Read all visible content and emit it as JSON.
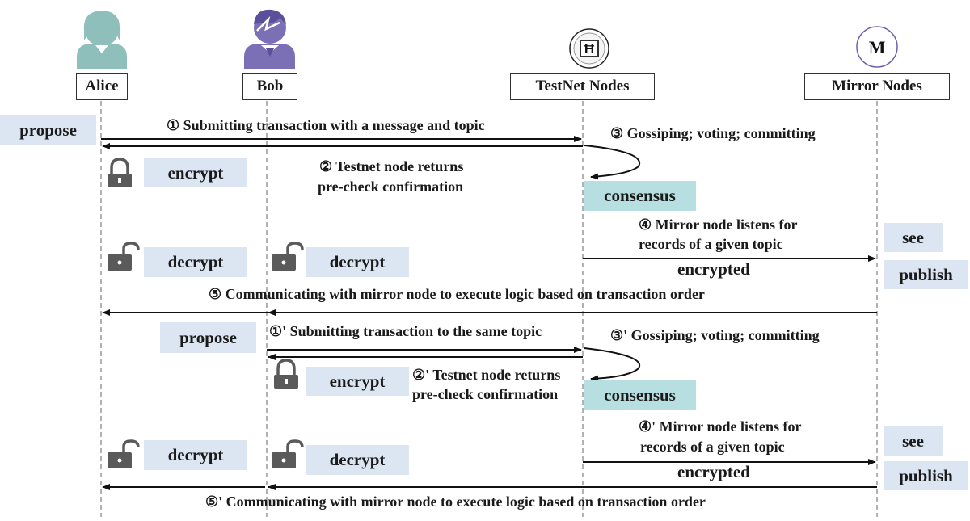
{
  "actors": {
    "alice": "Alice",
    "bob": "Bob",
    "testnet": "TestNet Nodes",
    "mirror": "Mirror Nodes",
    "hedera_glyph": "Ħ",
    "mirror_glyph": "M"
  },
  "tags": {
    "propose_1": "propose",
    "encrypt_alice": "encrypt",
    "consensus_1": "consensus",
    "see_1": "see",
    "decrypt_alice_1": "decrypt",
    "decrypt_bob_1": "decrypt",
    "publish_1": "publish",
    "propose_2": "propose",
    "encrypt_bob": "encrypt",
    "consensus_2": "consensus",
    "see_2": "see",
    "decrypt_alice_2": "decrypt",
    "decrypt_bob_2": "decrypt",
    "publish_2": "publish"
  },
  "messages": {
    "m1": "① Submitting  transaction  with  a message and topic",
    "m2_line1": "② Testnet node returns",
    "m2_line2": "pre-check  confirmation",
    "m3": "③ Gossiping;  voting;  committing",
    "m4_line1": "④ Mirror  node listens  for",
    "m4_line2": "records  of a given  topic",
    "enc_1": "encrypted",
    "m5": "⑤ Communicating  with  mirror  node to execute logic  based  on transaction  order",
    "m1b": "①' Submitting  transaction  to the same topic",
    "m3b": "③' Gossiping;  voting;  committing",
    "m2b_line1": "②' Testnet node returns",
    "m2b_line2": "pre-check  confirmation",
    "m4b_line1": "④' Mirror  node listens  for",
    "m4b_line2": "records  of a given  topic",
    "enc_2": "encrypted",
    "m5b": "⑤' Communicating  with  mirror  node to execute logic  based  on transaction  order"
  },
  "icons": {
    "alice_avatar": "female-user-icon",
    "bob_avatar": "male-user-icon",
    "testnet_logo": "hedera-logo-icon",
    "mirror_logo": "mirror-logo-icon",
    "locked": "lock-icon",
    "unlocked": "unlock-icon"
  },
  "colors": {
    "tag_blue": "#dce6f2",
    "tag_teal": "#b7dee1",
    "avatar_teal": "#8fbfbb",
    "avatar_purple": "#7b6fb5",
    "lock_gray": "#5a5a5a"
  }
}
